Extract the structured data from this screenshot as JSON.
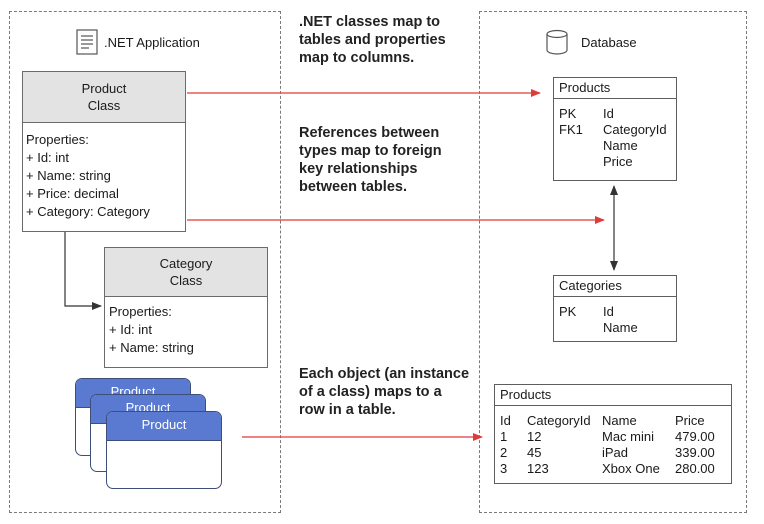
{
  "net_app": {
    "label": ".NET Application",
    "icon": "document-icon"
  },
  "database": {
    "label": "Database",
    "icon": "database-icon"
  },
  "notes": [
    [
      ".NET classes map to",
      "tables and properties",
      "map to columns."
    ],
    [
      "References between",
      "types map to foreign",
      "key relationships",
      "between tables."
    ],
    [
      "Each object (an instance",
      "of a class) maps to a",
      "row in a table."
    ]
  ],
  "product_class": {
    "title": [
      "Product",
      "Class"
    ],
    "properties": [
      "Properties:",
      "+ Id: int",
      "+ Name: string",
      "+ Price: decimal",
      "+ Category: Category"
    ]
  },
  "category_class": {
    "title": [
      "Category",
      "Class"
    ],
    "properties": [
      "Properties:",
      "+ Id: int",
      "+ Name: string"
    ]
  },
  "objects": {
    "labels": [
      "Product",
      "Product",
      "Product"
    ]
  },
  "products_table": {
    "title": "Products",
    "keys": [
      "PK",
      "FK1"
    ],
    "columns": [
      "Id",
      "CategoryId",
      "Name",
      "Price"
    ]
  },
  "categories_table": {
    "title": "Categories",
    "keys": [
      "PK"
    ],
    "columns": [
      "Id",
      "Name"
    ]
  },
  "products_rows": {
    "title": "Products",
    "headers": [
      "Id",
      "CategoryId",
      "Name",
      "Price"
    ],
    "rows": [
      [
        "1",
        "12",
        "Mac mini",
        "479.00"
      ],
      [
        "2",
        "45",
        "iPad",
        "339.00"
      ],
      [
        "3",
        "123",
        "Xbox One",
        "280.00"
      ]
    ]
  },
  "colors": {
    "arrow": "#e03b3b",
    "object_header": "#5a7ad2",
    "class_header": "#e3e3e3"
  }
}
